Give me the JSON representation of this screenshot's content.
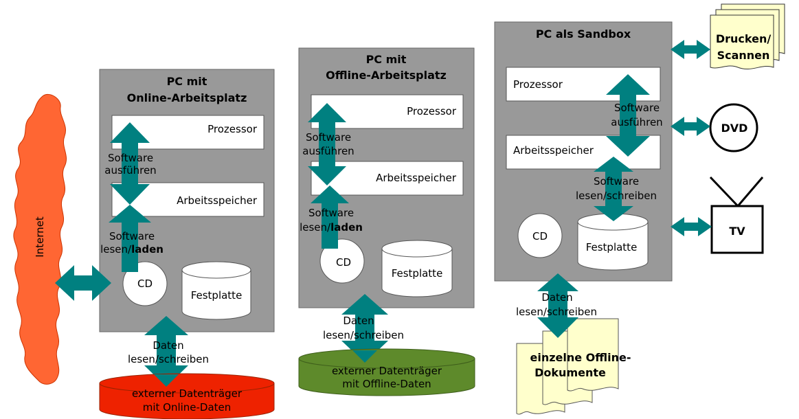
{
  "internet": {
    "label": "Internet"
  },
  "online_pc": {
    "title_line1": "PC mit",
    "title_line2": "Online-Arbeitsplatz",
    "processor": "Prozessor",
    "memory": "Arbeitsspeicher",
    "cd": "CD",
    "hdd": "Festplatte",
    "exec_line1": "Software",
    "exec_line2": "ausführen",
    "load_line1": "Software",
    "load_line2a": "lesen/",
    "load_line2b": "laden",
    "data_line1": "Daten",
    "data_line2": "lesen/schreiben",
    "ext_line1": "externer Datenträger",
    "ext_line2": "mit Online-Daten"
  },
  "offline_pc": {
    "title_line1": "PC mit",
    "title_line2": "Offline-Arbeitsplatz",
    "processor": "Prozessor",
    "memory": "Arbeitsspeicher",
    "cd": "CD",
    "hdd": "Festplatte",
    "exec_line1": "Software",
    "exec_line2": "ausführen",
    "load_line1": "Software",
    "load_line2a": "lesen/",
    "load_line2b": "laden",
    "data_line1": "Daten",
    "data_line2": "lesen/schreiben",
    "ext_line1": "externer Datenträger",
    "ext_line2": "mit Offline-Daten"
  },
  "sandbox_pc": {
    "title": "PC als Sandbox",
    "processor": "Prozessor",
    "memory": "Arbeitsspeicher",
    "cd": "CD",
    "hdd": "Festplatte",
    "exec_line1": "Software",
    "exec_line2": "ausführen",
    "rw_line1": "Software",
    "rw_line2": "lesen/schreiben",
    "data_line1": "Daten",
    "data_line2": "lesen/schreiben",
    "docs_line1": "einzelne Offline-",
    "docs_line2": "Dokumente"
  },
  "devices": {
    "print_line1": "Drucken/",
    "print_line2": "Scannen",
    "dvd": "DVD",
    "tv": "TV"
  },
  "colors": {
    "box_gray": "#999999",
    "arrow_teal": "#008080",
    "cloud_orange": "#ff6633",
    "drive_red": "#ee2200",
    "drive_green": "#5e8a2b",
    "doc_yellow": "#ffffcc"
  }
}
